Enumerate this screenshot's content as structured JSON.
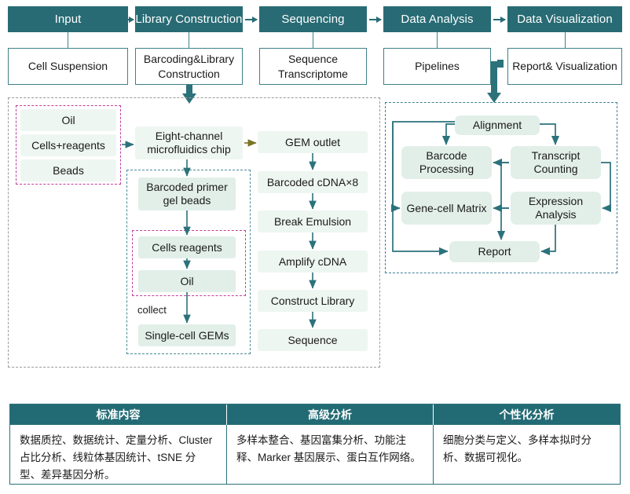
{
  "stages": [
    {
      "head": "Input",
      "sub": "Cell Suspension"
    },
    {
      "head": "Library Construction",
      "sub": "Barcoding&Library Construction"
    },
    {
      "head": "Sequencing",
      "sub": "Sequence Transcriptome"
    },
    {
      "head": "Data Analysis",
      "sub": "Pipelines"
    },
    {
      "head": "Data Visualization",
      "sub": "Report& Visualization"
    }
  ],
  "wetlab": {
    "inputs_group": [
      "Oil",
      "Cells+reagents",
      "Beads"
    ],
    "chip": "Eight-channel microfluidics chip",
    "gem_group": {
      "beads": "Barcoded primer gel beads",
      "inner": [
        "Cells reagents",
        "Oil"
      ],
      "collect_label": "collect",
      "output": "Single-cell GEMs"
    },
    "library_chain": [
      "GEM outlet",
      "Barcoded cDNA×8",
      "Break Emulsion",
      "Amplify cDNA",
      "Construct Library",
      "Sequence"
    ]
  },
  "analysis": {
    "nodes": {
      "alignment": "Alignment",
      "barcode_processing": "Barcode Processing",
      "transcript_counting": "Transcript Counting",
      "gene_cell_matrix": "Gene-cell Matrix",
      "expression_analysis": "Expression Analysis",
      "report": "Report"
    }
  },
  "table": {
    "headers": [
      "标准内容",
      "高级分析",
      "个性化分析"
    ],
    "cells": [
      "数据质控、数据统计、定量分析、Cluster 占比分析、线粒体基因统计、tSNE 分型、差异基因分析。",
      "多样本整合、基因富集分析、功能注释、Marker 基因展示、蛋白互作网络。",
      "细胞分类与定义、多样本拟时分析、数据可视化。"
    ]
  },
  "colors": {
    "teal_header": "#286b74",
    "teal_line": "#2b727b",
    "mint_node": "#e2efe9",
    "magenta_dash": "#c03fa0",
    "blue_dash": "#3f7f99",
    "gray_dash": "#9a9a9a",
    "olive_arrow": "#7a7424"
  }
}
